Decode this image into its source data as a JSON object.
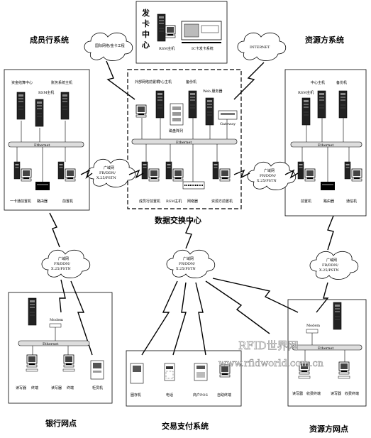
{
  "issuing": {
    "title_chars": [
      "发",
      "卡",
      "中",
      "心"
    ],
    "rsm_host": "RSM主机",
    "ic_issuer": "IC卡发卡系统"
  },
  "member_bank": {
    "title": "成员行系统",
    "settlement_center": "资金结算中心",
    "business_host": "账务系统主机",
    "rsm_host": "RSM主机",
    "ethernet": "Ethernet",
    "card_center": "一卡通前置机",
    "router": "路由器",
    "front_end": "前置机"
  },
  "clouds": {
    "cloud_intl": "国际网络/金卡工程",
    "internet": "INTERNET",
    "wan": "广域网\nFR/DDN/\nX.25/PSTN"
  },
  "exchange": {
    "title": "数据交换中心",
    "ext_front": "外部网络前置机",
    "center_host": "中心主机",
    "backup": "备份机",
    "web_server": "Web 服务器",
    "disk_array": "磁盘阵列",
    "gateway": "Gateway",
    "ethernet": "Ethernet",
    "member_front": "成员行前置机",
    "rsm_host": "RSM主机",
    "switch": "网络器",
    "resource_front": "资源方前置机"
  },
  "resource": {
    "title": "资源方系统",
    "center_host": "中心主机",
    "backup": "备份机",
    "rsm_host": "RSM主机",
    "ethernet": "Ethernet",
    "front_end": "前置机",
    "router": "路由器",
    "comm": "通信机"
  },
  "bank_branch": {
    "title": "银行网点",
    "modem": "Modem",
    "ethernet": "Ethernet",
    "reader": "读写器",
    "terminal": "终端",
    "atm": "柜员机"
  },
  "payment": {
    "title": "交易支付系统",
    "kiosk": "圈存机",
    "phone": "电话",
    "pos": "商户POS",
    "self_service": "自助终端"
  },
  "resource_branch": {
    "title": "资源方网点",
    "modem": "Modem",
    "ethernet": "Ethernet",
    "reader": "读写器",
    "fee_terminal": "收费终端"
  },
  "watermark": {
    "line1": "RFID世界网",
    "line2": "www.rfidworld.com.cn"
  }
}
